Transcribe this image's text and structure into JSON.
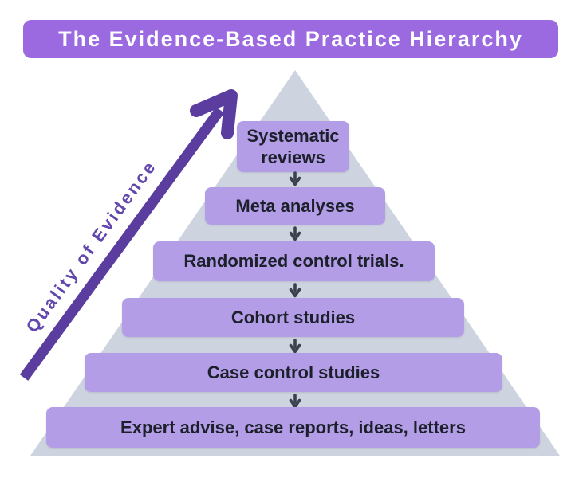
{
  "title": "The Evidence-Based Practice Hierarchy",
  "axis_label": "Quality of Evidence",
  "pyramid": {
    "levels": [
      {
        "label": "Systematic reviews"
      },
      {
        "label": "Meta analyses"
      },
      {
        "label": "Randomized control trials."
      },
      {
        "label": "Cohort studies"
      },
      {
        "label": "Case control studies"
      },
      {
        "label": "Expert advise, case reports, ideas, letters"
      }
    ]
  },
  "icons": {
    "down_arrow": "↓",
    "quality_arrow": "↗"
  },
  "colors": {
    "banner": "#9b6ae0",
    "level_fill": "#b39de6",
    "pyramid": "#cdd3df",
    "big_arrow": "#5b3da0",
    "axis_text": "#6247ad",
    "connector_arrow": "#3b414e",
    "level_text": "#1c202b"
  }
}
